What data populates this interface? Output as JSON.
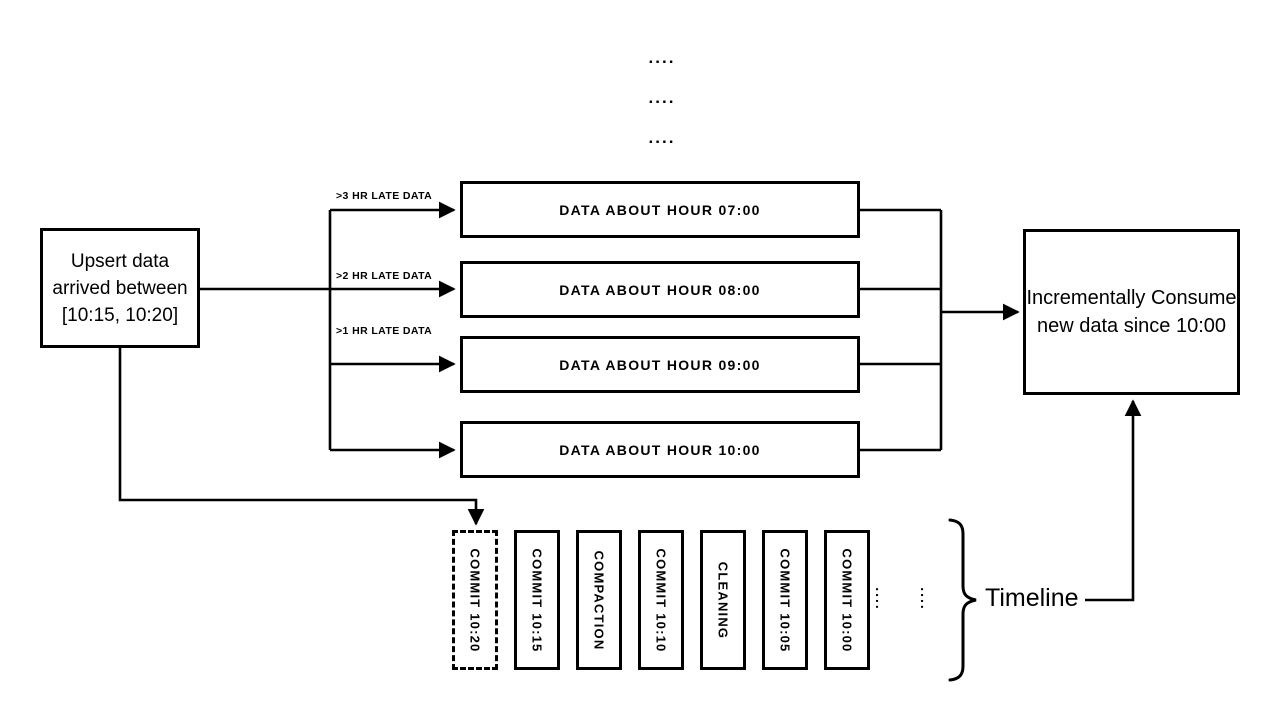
{
  "diagram": {
    "top_ellipsis": {
      "row1": "....",
      "row2": "....",
      "row3": "...."
    },
    "source_box": {
      "line1": "Upsert data",
      "line2": "arrived between",
      "line3": "[10:15, 10:20]"
    },
    "late_data_labels": {
      "gt3": ">3 HR LATE DATA",
      "gt2": ">2 HR LATE DATA",
      "gt1": ">1 HR LATE DATA"
    },
    "hour_boxes": [
      {
        "label": "DATA ABOUT HOUR 07:00"
      },
      {
        "label": "DATA ABOUT HOUR 08:00"
      },
      {
        "label": "DATA ABOUT HOUR 09:00"
      },
      {
        "label": "DATA ABOUT HOUR 10:00"
      }
    ],
    "consumer_box": {
      "line1": "Incrementally Consume",
      "line2": "new data since 10:00"
    },
    "timeline": {
      "items": [
        {
          "label": "COMMIT 10:20",
          "style": "dashed"
        },
        {
          "label": "COMMIT 10:15",
          "style": "solid"
        },
        {
          "label": "COMPACTION",
          "style": "solid"
        },
        {
          "label": "COMMIT 10:10",
          "style": "solid"
        },
        {
          "label": "CLEANING",
          "style": "solid"
        },
        {
          "label": "COMMIT 10:05",
          "style": "solid"
        },
        {
          "label": "COMMIT 10:00",
          "style": "solid"
        }
      ],
      "ellipsis_1": "....",
      "ellipsis_2": "....",
      "label": "Timeline"
    },
    "colors": {
      "ink": "#000000",
      "background": "#ffffff"
    }
  }
}
